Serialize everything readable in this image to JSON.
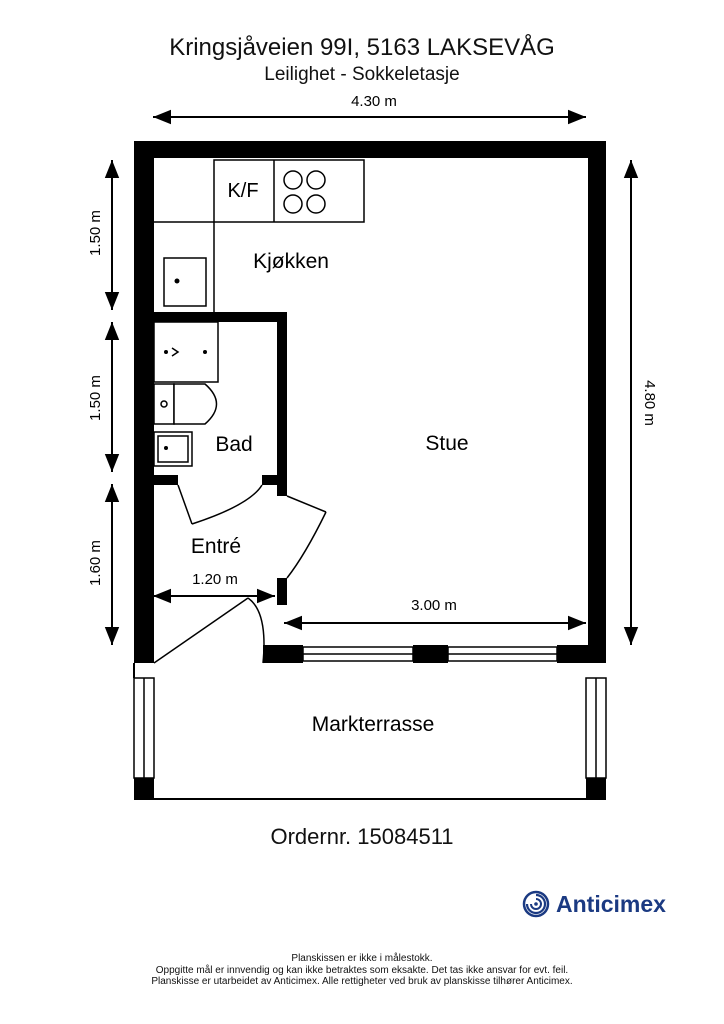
{
  "header": {
    "address": "Kringsjåveien 99I, 5163 LAKSEVÅG",
    "unit": "Leilighet - Sokkeletasje"
  },
  "dimensions": {
    "width_top": "4.30 m",
    "height_right": "4.80 m",
    "left_upper": "1.50 m",
    "left_middle": "1.50 m",
    "left_lower": "1.60 m",
    "entre_width": "1.20 m",
    "stue_width": "3.00 m"
  },
  "rooms": {
    "kf": "K/F",
    "kitchen": "Kjøkken",
    "bath": "Bad",
    "living": "Stue",
    "entry": "Entré",
    "terrace": "Markterrasse"
  },
  "order": "Ordernr. 15084511",
  "brand": "Anticimex",
  "disclaimer": [
    "Planskissen er ikke i målestokk.",
    "Oppgitte mål er innvendig og kan ikke betraktes som eksakte. Det tas ikke ansvar for evt. feil.",
    "Planskisse er utarbeidet av Anticimex. Alle rettigheter ved bruk av planskisse tilhører Anticimex."
  ],
  "colors": {
    "wall": "#000000",
    "brand": "#1b3a82"
  }
}
